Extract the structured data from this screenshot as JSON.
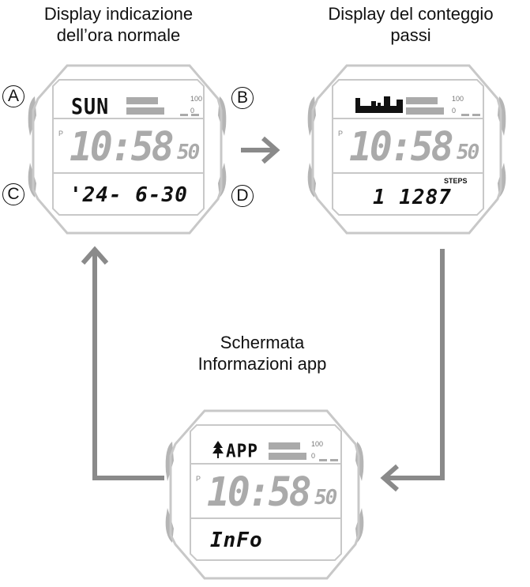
{
  "titles": {
    "normal_time": [
      "Display indicazione",
      "dell’ora normale"
    ],
    "step_count": [
      "Display del conteggio",
      "passi"
    ],
    "app_info": [
      "Schermata",
      "Informazioni app"
    ]
  },
  "buttons": {
    "a": "A",
    "b": "B",
    "c": "C",
    "d": "D"
  },
  "watch_normal": {
    "top": "SUN",
    "pm": "P",
    "time": "10:58",
    "seconds": "50",
    "bottom": "'24- 6-30",
    "scale_max": "100",
    "scale_min": "0"
  },
  "watch_steps": {
    "top_icon": "step-bar-graph-icon",
    "pm": "P",
    "time": "10:58",
    "seconds": "50",
    "steps_label": "STEPS",
    "bottom": "1 1287",
    "scale_max": "100",
    "scale_min": "0"
  },
  "watch_app": {
    "top_icon": "app-icon",
    "top": "APP",
    "pm": "P",
    "time": "10:58",
    "seconds": "50",
    "bottom": "InFo",
    "scale_max": "100",
    "scale_min": "0"
  },
  "colors": {
    "frame": "#c8c8c8",
    "button": "#b5b5b5",
    "arrow": "#8a8a8a",
    "lcd_dim": "#aaaaaa",
    "lcd_on": "#111111"
  }
}
